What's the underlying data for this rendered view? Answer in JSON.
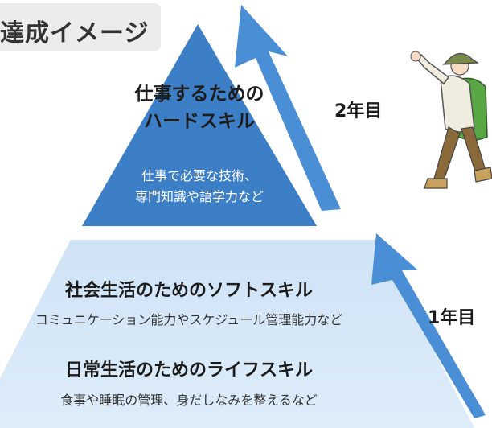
{
  "header": {
    "title": "達成イメージ"
  },
  "pyramid": {
    "top": {
      "title_line1": "仕事するための",
      "title_line2": "ハードスキル",
      "desc_line1": "仕事で必要な技術、",
      "desc_line2": "専門知識や語学力など",
      "color": "#3d7fc6"
    },
    "middle": {
      "title": "社会生活のためのソフトスキル",
      "desc": "コミュニケーション能力やスケジュール管理能力など"
    },
    "bottom": {
      "title": "日常生活のためのライフスキル",
      "desc": "食事や睡眠の管理、身だしなみを整えるなど"
    },
    "base_color": "#cfe3f6"
  },
  "progress": {
    "year1_label": "1年目",
    "year2_label": "2年目",
    "arrow_color": "#4a8fd6"
  },
  "illustration": {
    "icon": "hiker-icon"
  }
}
